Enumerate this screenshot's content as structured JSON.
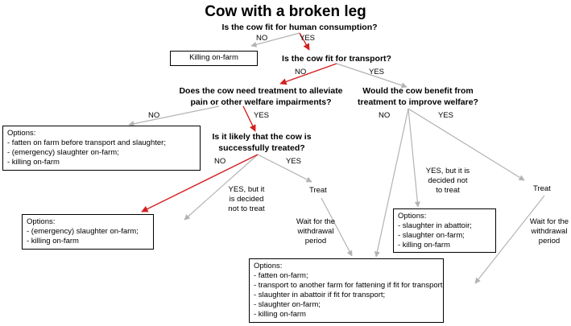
{
  "title": "Cow with a broken leg",
  "q1": "Is the cow fit for human consumption?",
  "q1_no": "NO",
  "q1_yes": "YES",
  "box_kill": "Killing on-farm",
  "q2": "Is the cow fit for transport?",
  "q2_no": "NO",
  "q2_yes": "YES",
  "q3": [
    "Does the cow need treatment to alleviate",
    "pain or other welfare impairments?"
  ],
  "q3_no": "NO",
  "q3_yes": "YES",
  "q4": [
    "Would the cow benefit from",
    "treatment to improve welfare?"
  ],
  "q4_no": "NO",
  "q4_yes": "YES",
  "box_a": [
    "Options:",
    "- fatten on farm before transport and slaughter;",
    "- (emergency) slaughter on-farm;",
    "- killing on-farm"
  ],
  "q5": [
    "Is it likely that the cow is",
    "successfully treated?"
  ],
  "q5_no": "NO",
  "q5_yes": "YES",
  "q5_decided": [
    "YES, but it",
    "is decided",
    "not to treat"
  ],
  "treat1": "Treat",
  "wait1": [
    "Wait for the",
    "withdrawal",
    "period"
  ],
  "box_b": [
    "Options:",
    "- (emergency) slaughter on-farm;",
    "- killing on-farm"
  ],
  "q4_decided": [
    "YES, but it is",
    "decided not",
    "to treat"
  ],
  "treat2": "Treat",
  "wait2": [
    "Wait for the",
    "withdrawal",
    "period"
  ],
  "box_c": [
    "Options:",
    "- slaughter in abattoir;",
    "- slaughter on-farm;",
    "- killing on-farm"
  ],
  "box_d": [
    "Options:",
    "- fatten on-farm;",
    "- transport to another farm for fattening if fit for transport",
    "- slaughter in abattoir if fit for transport;",
    "- slaughter on-farm;",
    "- killing on-farm"
  ],
  "colors": {
    "arrow_gray": "#b3b3b3",
    "arrow_red": "#d42020"
  }
}
